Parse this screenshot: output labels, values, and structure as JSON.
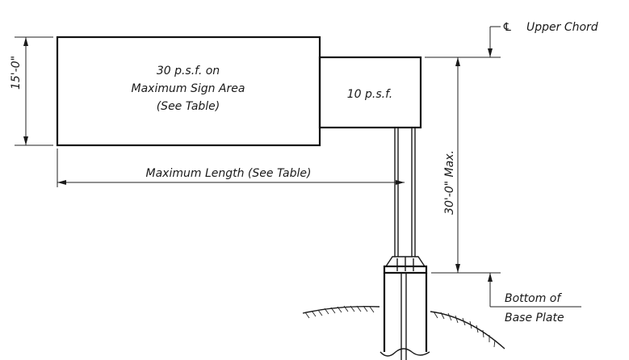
{
  "labels": {
    "sign_load_line1": "30 p.s.f. on",
    "sign_load_line2": "Maximum Sign Area",
    "sign_load_line3": "(See Table)",
    "chord_load": "10 p.s.f.",
    "sign_height": "15'-0\"",
    "max_length": "Maximum Length (See Table)",
    "column_height": "30'-0\" Max.",
    "upper_chord": "Upper Chord",
    "centerline_symbol": "℄",
    "base_plate_line1": "Bottom of",
    "base_plate_line2": "Base Plate"
  },
  "colors": {
    "line": "#1a1a1a",
    "background": "#ffffff"
  }
}
